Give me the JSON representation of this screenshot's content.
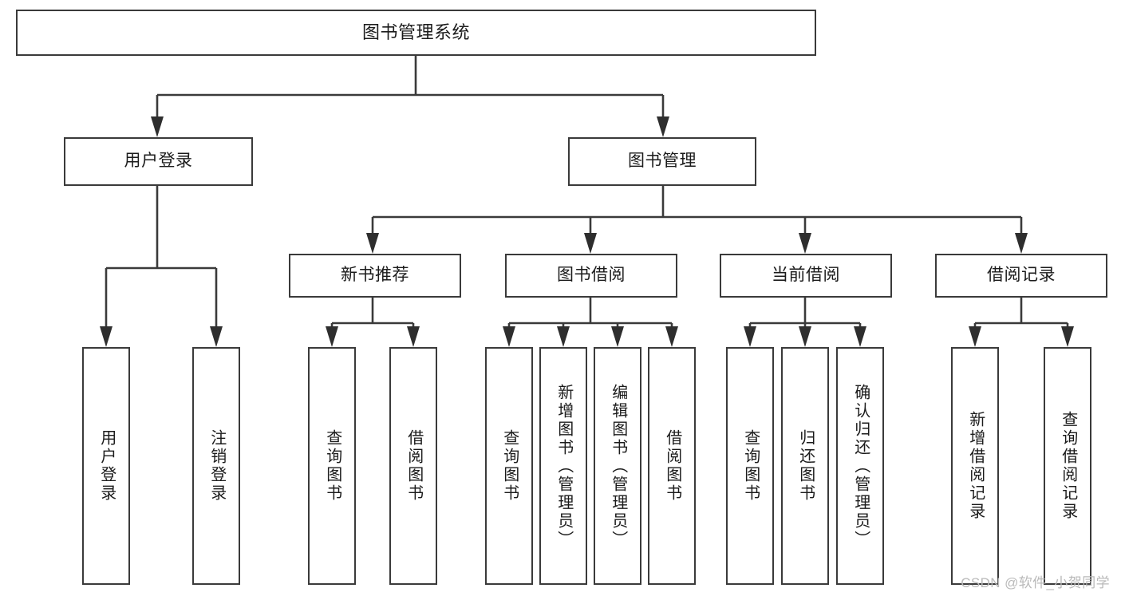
{
  "diagram": {
    "type": "tree-hierarchy",
    "root": {
      "id": "root",
      "label": "图书管理系统"
    },
    "level2": [
      {
        "id": "user-login",
        "label": "用户登录"
      },
      {
        "id": "book-manage",
        "label": "图书管理"
      }
    ],
    "level3": [
      {
        "id": "new-book-recommend",
        "label": "新书推荐",
        "parent": "book-manage"
      },
      {
        "id": "book-borrow",
        "label": "图书借阅",
        "parent": "book-manage"
      },
      {
        "id": "current-borrow",
        "label": "当前借阅",
        "parent": "book-manage"
      },
      {
        "id": "borrow-record",
        "label": "借阅记录",
        "parent": "book-manage"
      }
    ],
    "leaves": {
      "user-login": [
        {
          "id": "leaf-user-login",
          "label": "用户登录"
        },
        {
          "id": "leaf-user-logout",
          "label": "注销登录"
        }
      ],
      "new-book-recommend": [
        {
          "id": "leaf-query-book-1",
          "label": "查询图书"
        },
        {
          "id": "leaf-borrow-book-1",
          "label": "借阅图书"
        }
      ],
      "book-borrow": [
        {
          "id": "leaf-query-book-2",
          "label": "查询图书"
        },
        {
          "id": "leaf-add-book",
          "label": "新增图书（管理员）"
        },
        {
          "id": "leaf-edit-book",
          "label": "编辑图书（管理员）"
        },
        {
          "id": "leaf-borrow-book-2",
          "label": "借阅图书"
        }
      ],
      "current-borrow": [
        {
          "id": "leaf-query-book-3",
          "label": "查询图书"
        },
        {
          "id": "leaf-return-book",
          "label": "归还图书"
        },
        {
          "id": "leaf-confirm-return",
          "label": "确认归还（管理员）"
        }
      ],
      "borrow-record": [
        {
          "id": "leaf-add-record",
          "label": "新增借阅记录"
        },
        {
          "id": "leaf-query-record",
          "label": "查询借阅记录"
        }
      ]
    }
  },
  "watermark": {
    "text": "CSDN @软件_小贺同学"
  },
  "colors": {
    "stroke": "#3a3a3a",
    "arrow": "#2e2e2e",
    "box_fill": "#ffffff",
    "text": "#1b1b1b",
    "watermark": "#b9b9b9",
    "background": "#ffffff"
  }
}
